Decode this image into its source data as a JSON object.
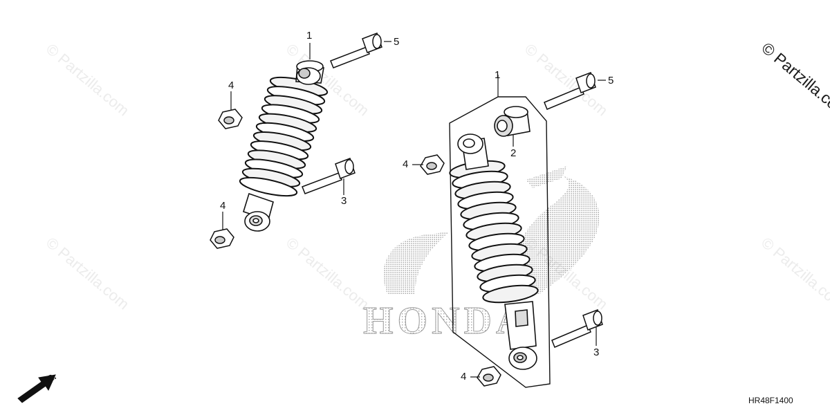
{
  "watermark": {
    "text": "© Partzilla.com",
    "corner_text": "© Partzilla.com"
  },
  "callouts": {
    "left_shock": "1",
    "right_shock": "1",
    "bushing": "2",
    "bolt_lower_left": "3",
    "bolt_lower_right": "3",
    "nut_left_upper": "4",
    "nut_left_lower": "4",
    "nut_right_upper": "4",
    "nut_right_lower": "4",
    "bolt_upper_left": "5",
    "bolt_upper_right": "5"
  },
  "direction_label": "FR.",
  "diagram_code": "HR48F1400",
  "logo_text": "HONDA",
  "colors": {
    "line": "#111111",
    "logo_gray": "#b5b5b5",
    "watermark": "#ececec"
  }
}
